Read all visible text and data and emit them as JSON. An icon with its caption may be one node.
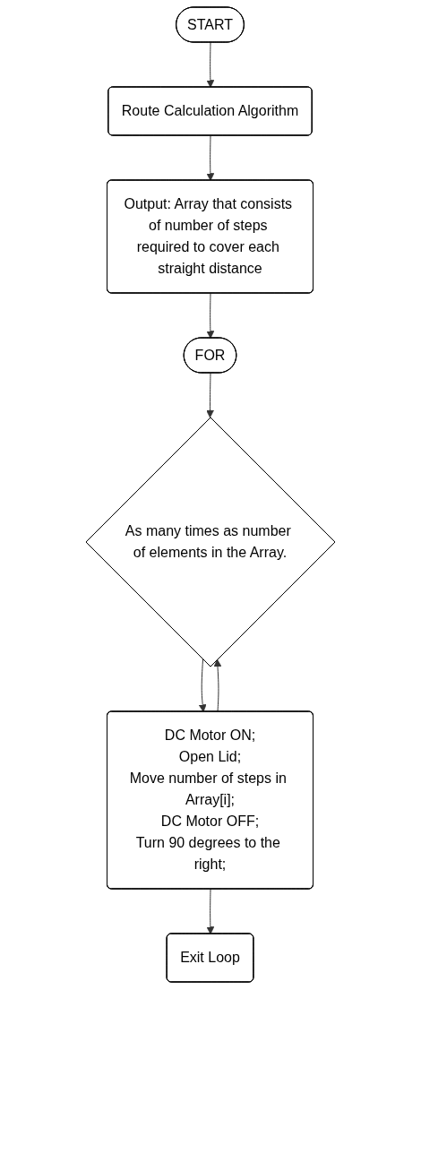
{
  "diagram": {
    "nodes": [
      {
        "text": [
          "START"
        ]
      },
      {
        "text": [
          "Route Calculation Algorithm"
        ]
      },
      {
        "text": [
          "Output: Array that consists of number of steps required to cover each straight distance"
        ]
      },
      {
        "text": [
          "FOR"
        ]
      },
      {
        "text": [
          "As many times as number of elements in the Array."
        ]
      },
      {
        "text": [
          "DC Motor ON;",
          "Open Lid;",
          "Move number of steps in Array[i];",
          "DC Motor OFF;",
          "Turn 90 degrees to the right;"
        ]
      },
      {
        "text": [
          "Exit Loop"
        ]
      }
    ],
    "edges": [
      {
        "from": 0,
        "to": 1,
        "arrow": "to"
      },
      {
        "from": 1,
        "to": 2,
        "arrow": "to"
      },
      {
        "from": 2,
        "to": 3,
        "arrow": "to"
      },
      {
        "from": 3,
        "to": 4,
        "arrow": "to"
      },
      {
        "from": 4,
        "to": 5,
        "arrow": "to"
      },
      {
        "from": 5,
        "to": 4,
        "arrow": "to"
      },
      {
        "from": 5,
        "to": 6,
        "arrow": "to"
      }
    ]
  }
}
